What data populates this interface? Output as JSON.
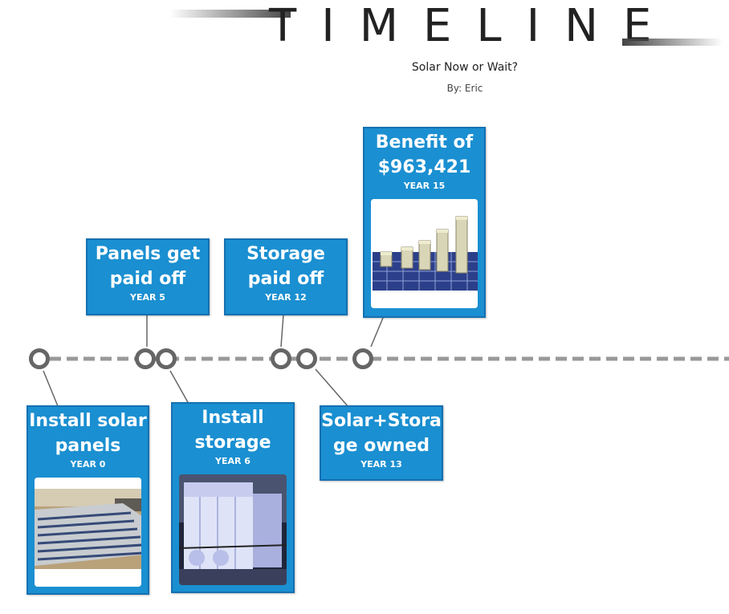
{
  "header": {
    "title": "TIMELINE",
    "subtitle": "Solar Now or Wait?",
    "byline": "By: Eric"
  },
  "events": [
    {
      "label": "Install solar panels",
      "year": "YEAR 0",
      "image": "solar-panels-field"
    },
    {
      "label": "Panels get paid off",
      "year": "YEAR 5"
    },
    {
      "label": "Install storage",
      "year": "YEAR 6",
      "image": "battery-storage-units"
    },
    {
      "label": "Storage paid off",
      "year": "YEAR 12"
    },
    {
      "label": "Solar+Storage owned",
      "year": "YEAR 13"
    },
    {
      "label": "Benefit of $963,421",
      "year": "YEAR 15",
      "image": "money-stacks-on-solar-panel"
    }
  ],
  "colors": {
    "card": "#1a8fd1",
    "card_border": "#1570b0",
    "axis": "#999999",
    "node": "#666666"
  }
}
